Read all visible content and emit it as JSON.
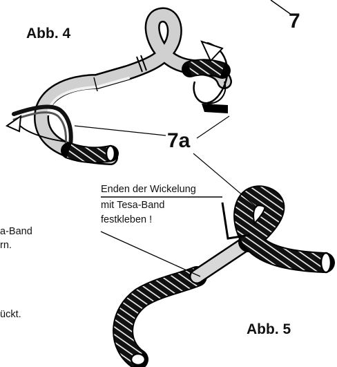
{
  "figure_a": {
    "label": "Abb. 4"
  },
  "figure_b": {
    "label": "Abb. 5"
  },
  "callouts": {
    "seven": "7",
    "seven_a": "7a"
  },
  "note": {
    "line1": "Enden der Wickelung",
    "line2": "mit Tesa-Band",
    "line3": "festkleben !"
  },
  "left_fragments": [
    "a-Band",
    "rn.",
    "ückt."
  ],
  "colors": {
    "bar": "#cfcfcf",
    "tape": "#111111",
    "line": "#000000"
  }
}
